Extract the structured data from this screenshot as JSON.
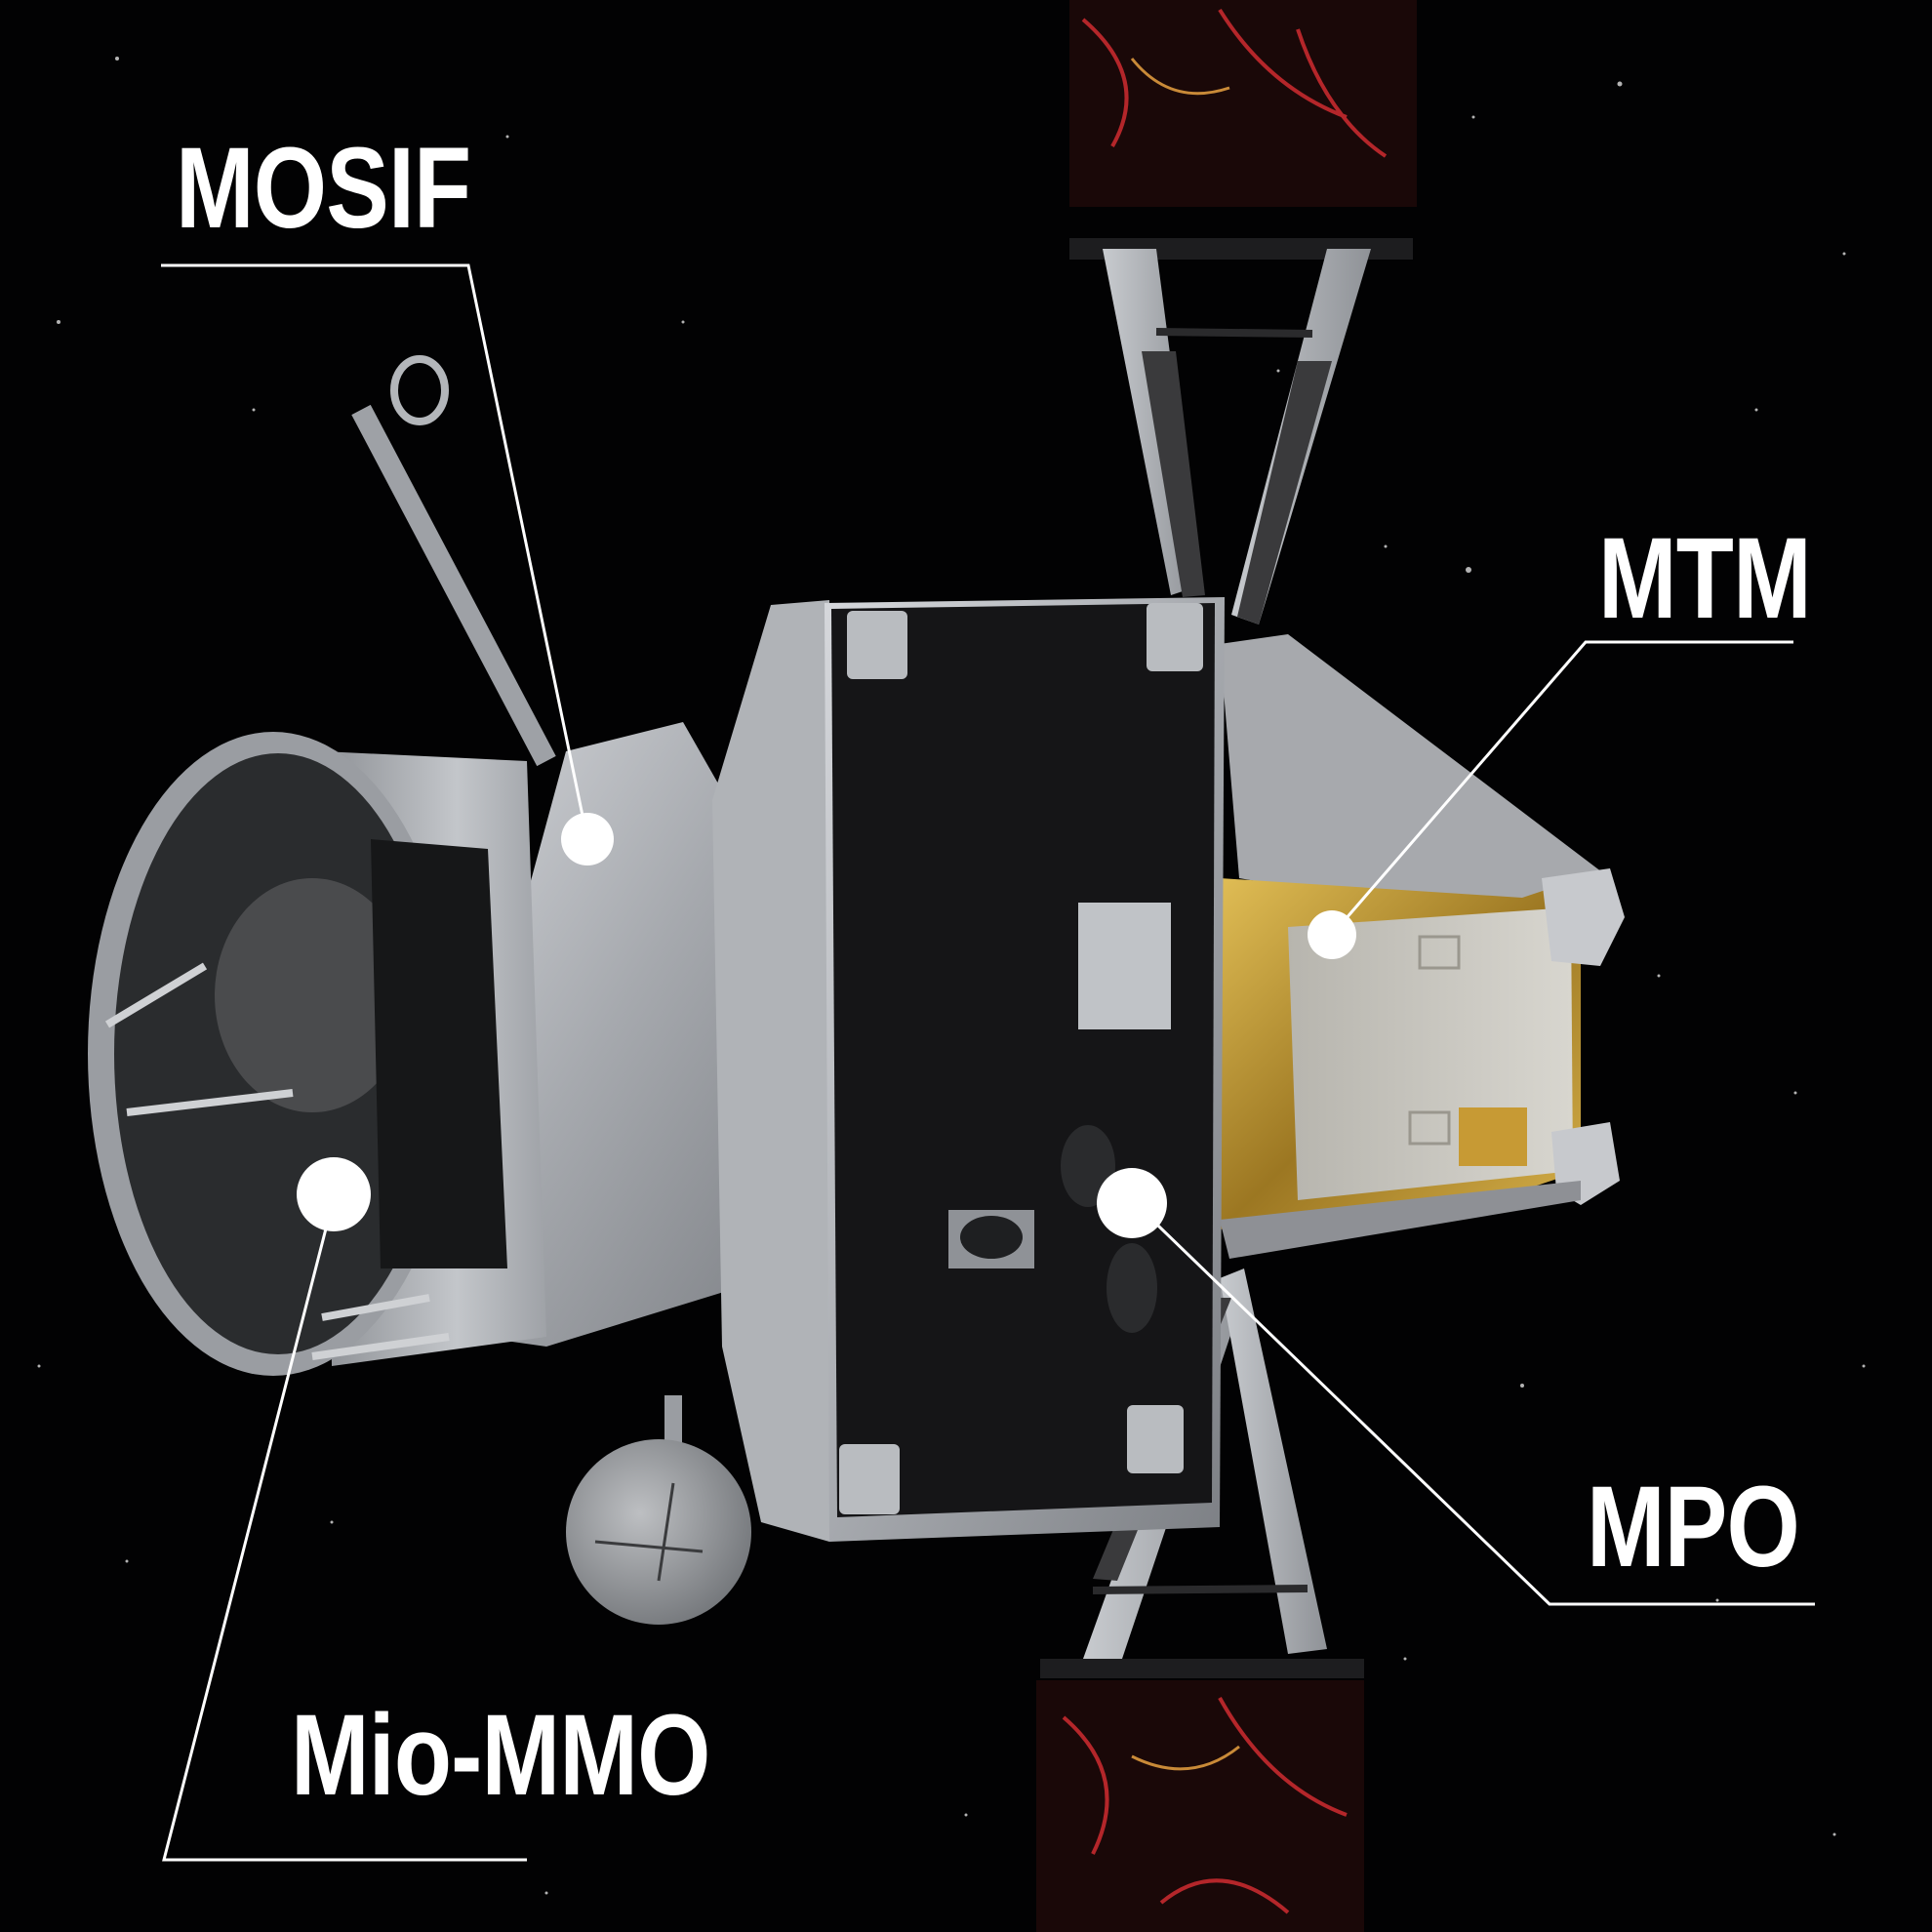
{
  "image": {
    "subject": "BepiColombo spacecraft stack with component callouts",
    "background_color": "#020203"
  },
  "callouts": [
    {
      "id": "mosif",
      "text": "MOSIF"
    },
    {
      "id": "mtm",
      "text": "MTM"
    },
    {
      "id": "mpo",
      "text": "MPO"
    },
    {
      "id": "mio",
      "text": "Mio-MMO"
    }
  ],
  "colors": {
    "label_text": "#ffffff",
    "leader_line": "#ffffff",
    "marker_dot": "#ffffff",
    "foil_silver": "#b9bcc1",
    "radiator_black": "#141416",
    "gold_mli": "#b8922e"
  }
}
